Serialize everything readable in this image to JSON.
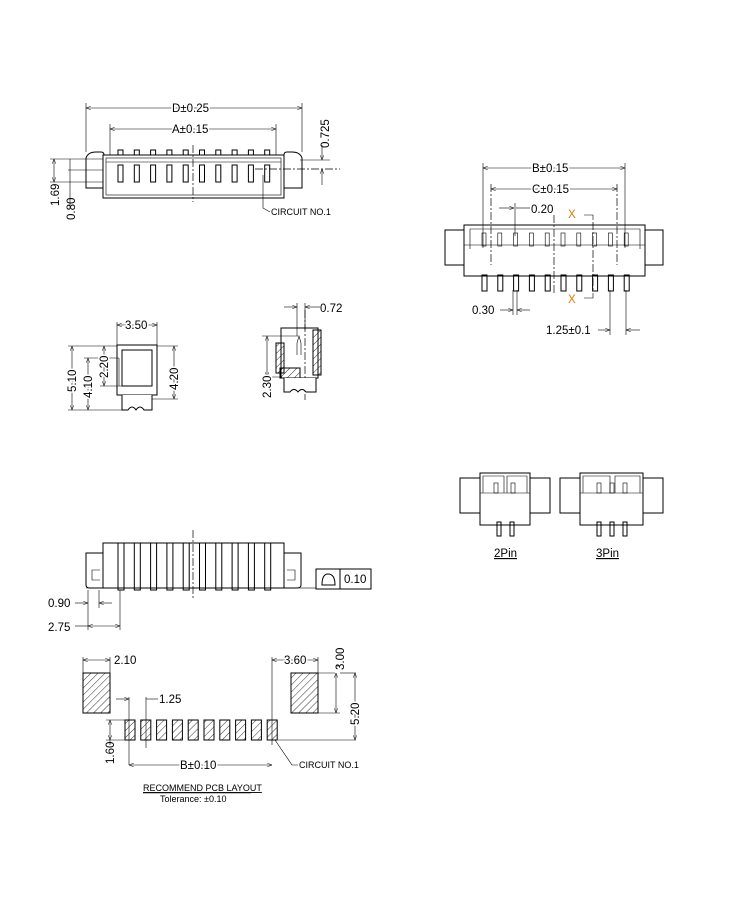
{
  "top_view": {
    "d_dim": "D±0.25",
    "a_dim": "A±0.15",
    "h_0725": "0.725",
    "h_169": "1.69",
    "h_080": "0.80",
    "circuit": "CIRCUIT NO.1"
  },
  "front_view": {
    "b_dim": "B±0.15",
    "c_dim": "C±0.15",
    "w_020": "0.20",
    "x_top": "X",
    "x_bottom": "X",
    "w_030": "0.30",
    "pitch": "1.25±0.1"
  },
  "side_view": {
    "w_350": "3.50",
    "h_510": "5.10",
    "h_410": "4.10",
    "h_220": "2.20",
    "h_420": "4.20"
  },
  "section_view": {
    "w_072": "0.72",
    "h_230": "2.30"
  },
  "bottom_view": {
    "d_090": "0.90",
    "d_275": "2.75",
    "flatness": "0.10"
  },
  "pcb_layout": {
    "w_210": "2.10",
    "w_360": "3.60",
    "h_300": "3.00",
    "pitch": "1.25",
    "h_520": "5.20",
    "h_160": "1.60",
    "b_dim": "B±0.10",
    "circuit": "CIRCUIT NO.1",
    "title": "RECOMMEND PCB LAYOUT",
    "tolerance": "Tolerance: ±0.10"
  },
  "variants": {
    "two_pin": "2Pin",
    "three_pin": "3Pin"
  },
  "pin_count": 10
}
